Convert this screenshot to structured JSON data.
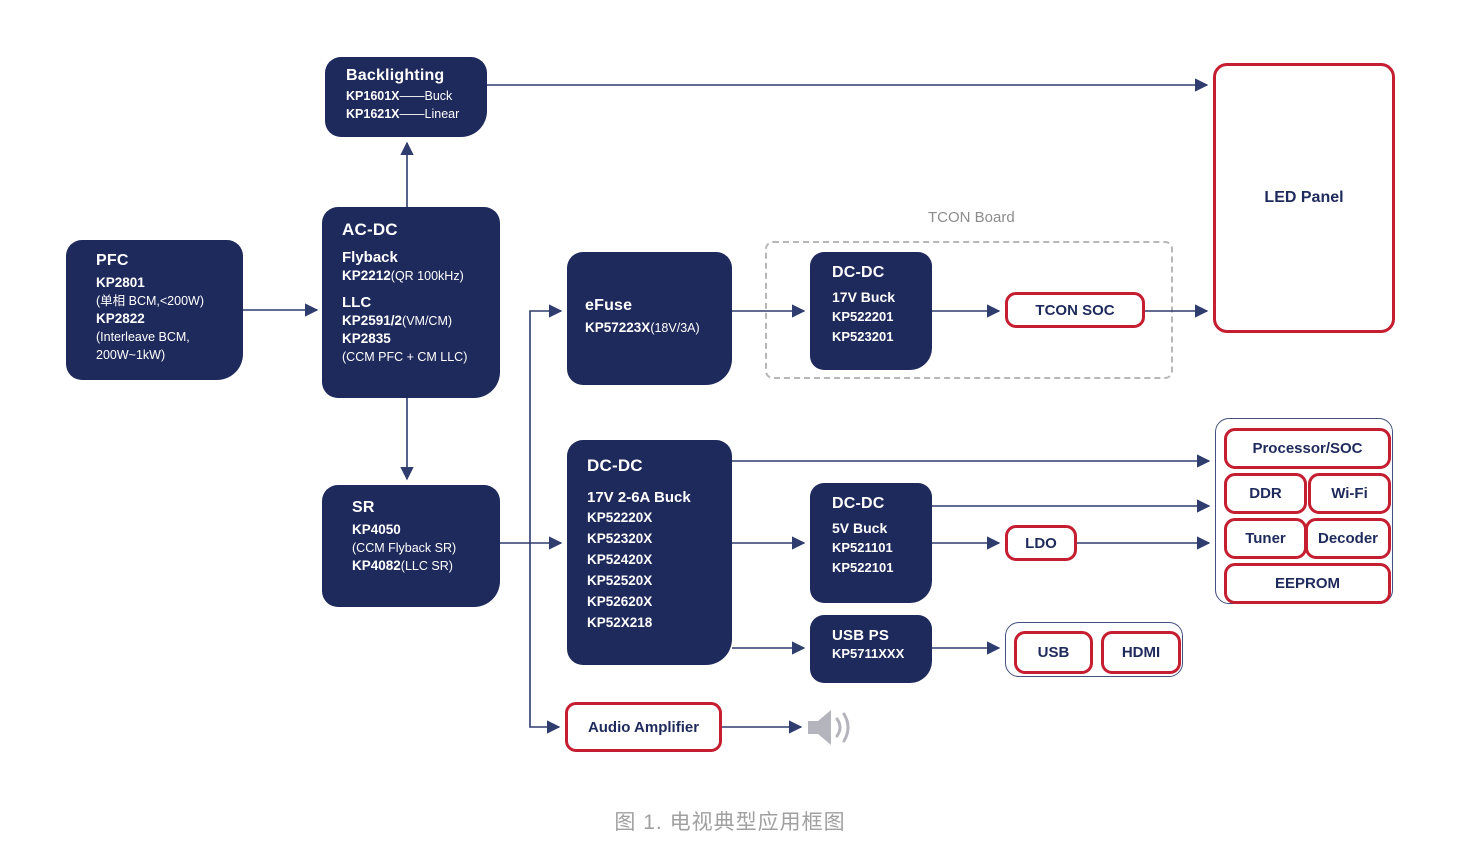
{
  "caption": "图 1. 电视典型应用框图",
  "tcon_board": {
    "label": "TCON Board"
  },
  "colors": {
    "block_navy": "#1f2a5c",
    "outline_red": "#c41e30",
    "wire_navy": "#2e3c6e",
    "group_border": "#44517e",
    "dashed_gray": "#b7b7b7",
    "caption_gray": "#a0a0a0",
    "speaker_gray": "#b4b4bc"
  },
  "blocks": {
    "backlighting": {
      "title": "Backlighting",
      "lines": [
        {
          "b": "KP1601X",
          "r": "——Buck"
        },
        {
          "b": "KP1621X",
          "r": "——Linear"
        }
      ]
    },
    "pfc": {
      "title": "PFC",
      "lines": [
        {
          "b": "KP2801",
          "r": ""
        },
        {
          "b": "",
          "r": "(单相 BCM,<200W)"
        },
        {
          "b": "KP2822",
          "r": ""
        },
        {
          "b": "",
          "r": "(Interleave BCM,"
        },
        {
          "b": "",
          "r": "200W~1kW)"
        }
      ]
    },
    "acdc": {
      "title": "AC-DC",
      "flyback_head": "Flyback",
      "flyback_line": {
        "b": "KP2212",
        "r": "(QR 100kHz)"
      },
      "llc_head": "LLC",
      "llc_lines": [
        {
          "b": "KP2591/2",
          "r": "(VM/CM)"
        },
        {
          "b": "KP2835",
          "r": ""
        },
        {
          "b": "",
          "r": "(CCM PFC + CM LLC)"
        }
      ]
    },
    "sr": {
      "title": "SR",
      "lines": [
        {
          "b": "KP4050",
          "r": ""
        },
        {
          "b": "",
          "r": "(CCM Flyback SR)"
        },
        {
          "b": "KP4082",
          "r": "(LLC SR)"
        }
      ]
    },
    "efuse": {
      "title": "eFuse",
      "line": {
        "b": "KP57223X",
        "r": "(18V/3A)"
      }
    },
    "dcdc17": {
      "title": "DC-DC",
      "subtitle": "17V 2-6A Buck",
      "parts": [
        "KP52220X",
        "KP52320X",
        "KP52420X",
        "KP52520X",
        "KP52620X",
        "KP52X218"
      ]
    },
    "tcon_dcdc": {
      "title": "DC-DC",
      "subtitle": "17V Buck",
      "parts": [
        "KP522201",
        "KP523201"
      ]
    },
    "tcon_soc": {
      "label": "TCON SOC"
    },
    "led_panel": {
      "label": "LED Panel"
    },
    "dcdc5": {
      "title": "DC-DC",
      "subtitle": "5V Buck",
      "parts": [
        "KP521101",
        "KP522101"
      ]
    },
    "ldo": {
      "label": "LDO"
    },
    "usb_ps": {
      "title": "USB PS",
      "part": "KP5711XXX"
    },
    "usb": {
      "label": "USB"
    },
    "hdmi": {
      "label": "HDMI"
    },
    "soc_group": {
      "processor": "Processor/SOC",
      "ddr": "DDR",
      "wifi": "Wi-Fi",
      "tuner": "Tuner",
      "decoder": "Decoder",
      "eeprom": "EEPROM"
    },
    "audio_amp": {
      "label": "Audio Amplifier"
    }
  }
}
